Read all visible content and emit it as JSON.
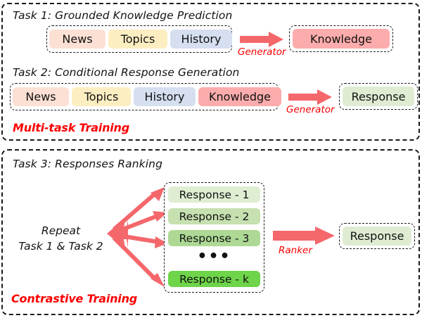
{
  "figure": {
    "type": "flow-diagram",
    "title_implicit": "Multi-task training and contrastive training pipeline"
  },
  "colors": {
    "accent_red": "#fb0000",
    "arrow_red": "#f4676b",
    "border_black": "#1a1a1a",
    "news": "#fce0d4",
    "topics": "#fdeec2",
    "history": "#d5dff0",
    "knowledge": "#fcacac",
    "response_light": "#dfecd2",
    "response_1": "#dfeed2",
    "response_2": "#c6e0b0",
    "response_3": "#add995",
    "response_k": "#6ed44a"
  },
  "panels": [
    {
      "id": "multi-task",
      "stage_label": "Multi-task Training",
      "tasks": [
        {
          "id": "task1",
          "title": "Task 1: Grounded Knowledge Prediction",
          "inputs": [
            "News",
            "Topics",
            "History"
          ],
          "operator": "Generator",
          "output": "Knowledge"
        },
        {
          "id": "task2",
          "title": "Task 2: Conditional Response Generation",
          "inputs": [
            "News",
            "Topics",
            "History",
            "Knowledge"
          ],
          "operator": "Generator",
          "output": "Response"
        }
      ]
    },
    {
      "id": "contrastive",
      "stage_label": "Contrastive Training",
      "tasks": [
        {
          "id": "task3",
          "title": "Task 3: Responses Ranking",
          "source_line1": "Repeat",
          "source_line2": "Task 1 & Task 2",
          "candidates": [
            "Response - 1",
            "Response - 2",
            "Response - 3",
            "Response - k"
          ],
          "candidates_ellipsis": "•••",
          "operator": "Ranker",
          "output": "Response"
        }
      ]
    }
  ]
}
